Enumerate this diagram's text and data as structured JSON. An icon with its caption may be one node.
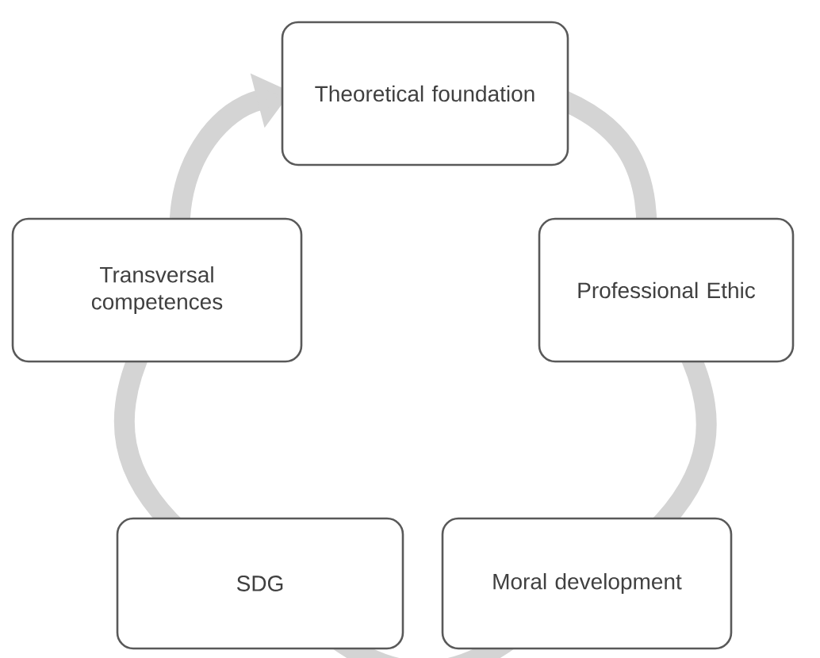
{
  "diagram": {
    "nodes": [
      {
        "text": [
          "Theoretical foundation"
        ]
      },
      {
        "text": [
          "Professional Ethic"
        ]
      },
      {
        "text": [
          "Moral development"
        ]
      },
      {
        "text": [
          "SDG"
        ]
      },
      {
        "text": [
          "Transversal competences"
        ]
      }
    ],
    "edges": [
      {
        "from": 0,
        "to": 1,
        "arrow": "none"
      },
      {
        "from": 1,
        "to": 2,
        "arrow": "none"
      },
      {
        "from": 2,
        "to": 3,
        "arrow": "none"
      },
      {
        "from": 3,
        "to": 4,
        "arrow": "none"
      },
      {
        "from": 4,
        "to": 0,
        "arrow": "to"
      }
    ]
  }
}
